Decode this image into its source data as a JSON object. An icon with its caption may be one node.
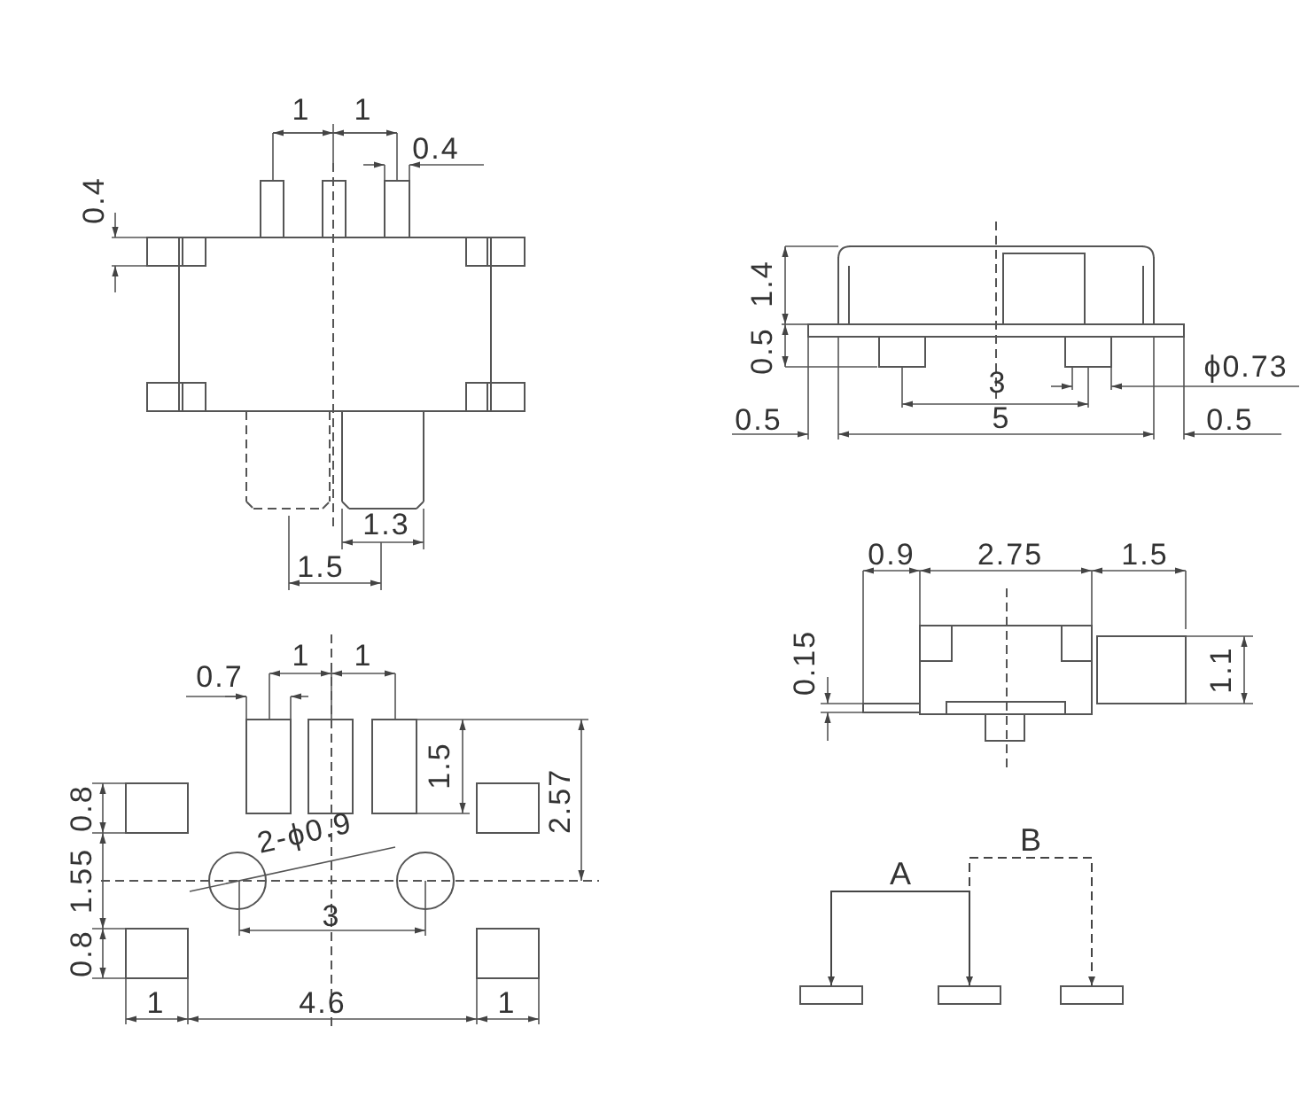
{
  "diagram": {
    "nodes": [
      {
        "text": [],
        "shape": "box"
      },
      {
        "text": [],
        "shape": "box"
      },
      {
        "text": [],
        "shape": "box"
      }
    ],
    "edges": [
      {
        "from": 0,
        "to": 1,
        "arrow": "both",
        "label": "A"
      },
      {
        "from": 1,
        "to": 2,
        "arrow": "to",
        "label": "B",
        "style": "dashed"
      }
    ],
    "labels": [
      "1",
      "1",
      "0.4",
      "0.4",
      "1.3",
      "1.5",
      "1.4",
      "0.5",
      "ϕ0.73",
      "3",
      "0.5",
      "5",
      "0.5",
      "0.9",
      "2.75",
      "1.5",
      "0.15",
      "1.1",
      "0.7",
      "1",
      "1",
      "1.5",
      "0.8",
      "2.57",
      "2-ϕ0.9",
      "1.55",
      "3",
      "0.8",
      "1",
      "4.6",
      "1"
    ]
  }
}
